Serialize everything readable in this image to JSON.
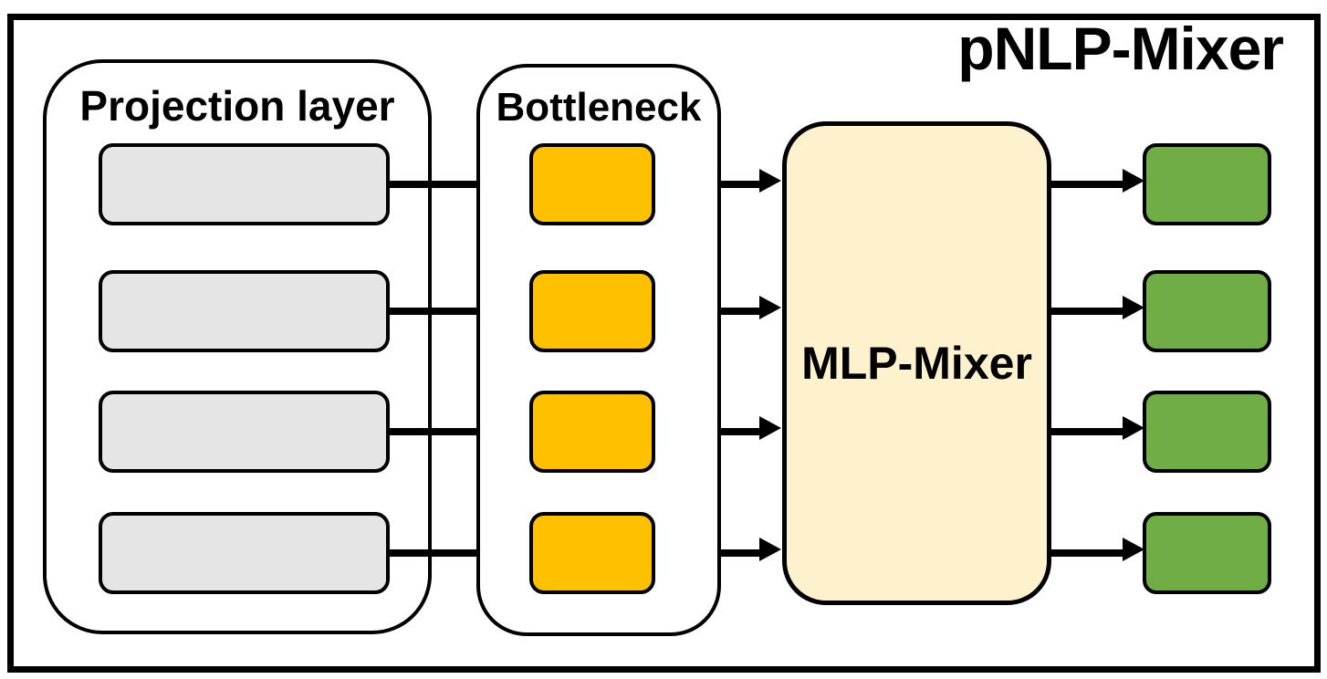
{
  "title": "pNLP-Mixer",
  "projection": {
    "label": "Projection layer",
    "box_count": 4
  },
  "bottleneck": {
    "label": "Bottleneck",
    "box_count": 4
  },
  "mlp_mixer": {
    "label": "MLP-Mixer"
  },
  "outputs": {
    "box_count": 4
  },
  "colors": {
    "background": "#FFFFFF",
    "line": "#000000",
    "projection-box": "#E6E5E5",
    "bottleneck-box": "#FFC000",
    "mlp-box": "#FEF2CE",
    "output-box": "#70AD47"
  }
}
